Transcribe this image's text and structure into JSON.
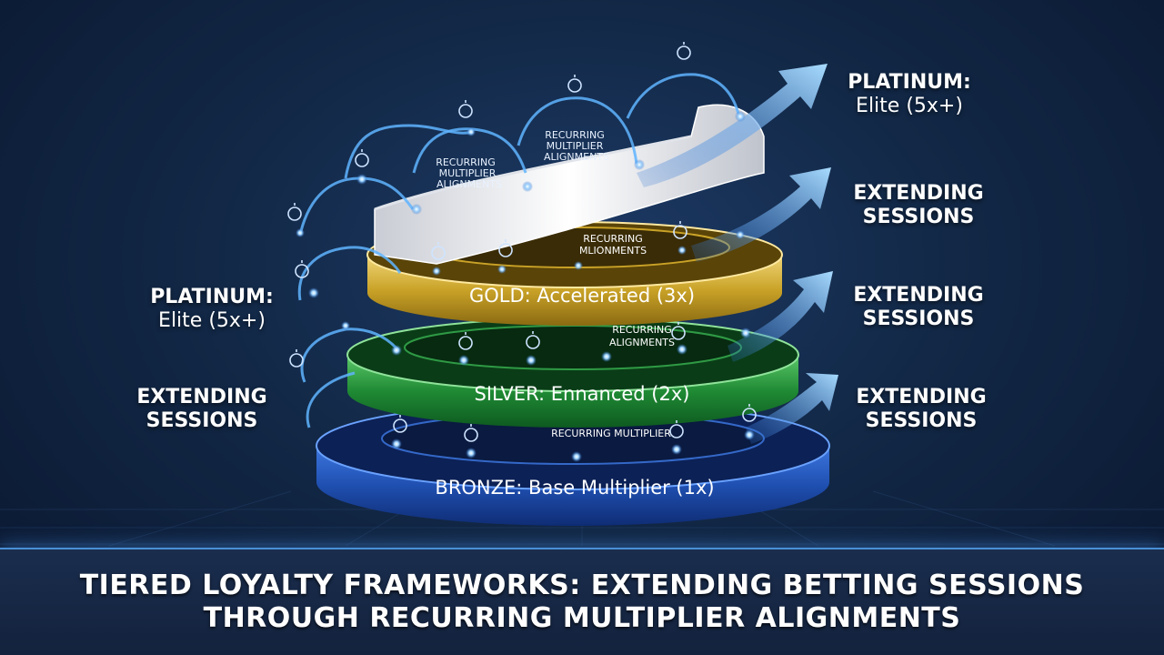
{
  "tiers": [
    {
      "key": "bronze",
      "label": "BRONZE: Base Multiplier (1x)",
      "inner_label": "RECURRING MULTIPLIER",
      "color": "#1f4fb0"
    },
    {
      "key": "silver",
      "label": "SILVER: Ennanced (2x)",
      "inner_label_1": "RECURRING",
      "inner_label_2": "ALIGNMENTS",
      "color": "#1f8a34"
    },
    {
      "key": "gold",
      "label": "GOLD: Accelerated (3x)",
      "inner_label_1": "RECURRING",
      "inner_label_2": "MLIONMENTS",
      "color": "#c9a227"
    },
    {
      "key": "platinum",
      "color": "#e8eaef"
    }
  ],
  "arc_captions": [
    {
      "lines": [
        "RECURRING",
        "MULTIPLIER",
        "ALIGNMENTS"
      ]
    },
    {
      "lines": [
        "RECURRING",
        "MULTIPLIER",
        "ALIGNMENTS"
      ]
    }
  ],
  "right_labels": [
    {
      "line1": "PLATINUM:",
      "line2": "Elite (5x+)"
    },
    {
      "line1": "EXTENDING",
      "line2": "SESSIONS"
    },
    {
      "line1": "EXTENDING",
      "line2": "SESSIONS"
    },
    {
      "line1": "EXTENDING",
      "line2": "SESSIONS"
    }
  ],
  "left_labels": [
    {
      "line1": "PLATINUM:",
      "line2": "Elite (5x+)"
    },
    {
      "line1": "EXTENDING",
      "line2": "SESSIONS"
    }
  ],
  "title": {
    "line1": "TIERED LOYALTY FRAMEWORKS: EXTENDING BETTING SESSIONS",
    "line2": "THROUGH RECURRING MULTIPLIER ALIGNMENTS"
  },
  "colors": {
    "accent": "#5fb4ff",
    "background": "#0b1a33"
  }
}
